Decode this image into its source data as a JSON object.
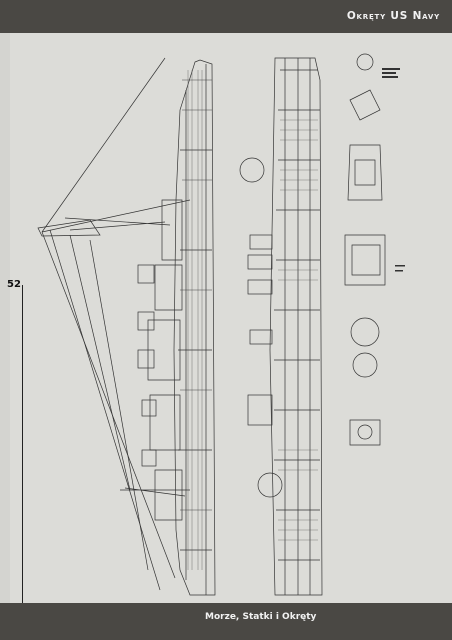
{
  "header": {
    "title": "Okręty US Navy"
  },
  "page": {
    "number": "52"
  },
  "footer": {
    "title": "Morze, Statki i Okręty"
  },
  "drawing": {
    "subject": "ship-plan-blueprint"
  },
  "colors": {
    "bar": "#4a4844",
    "paper": "#dcdcd8",
    "ink": "#222222"
  }
}
